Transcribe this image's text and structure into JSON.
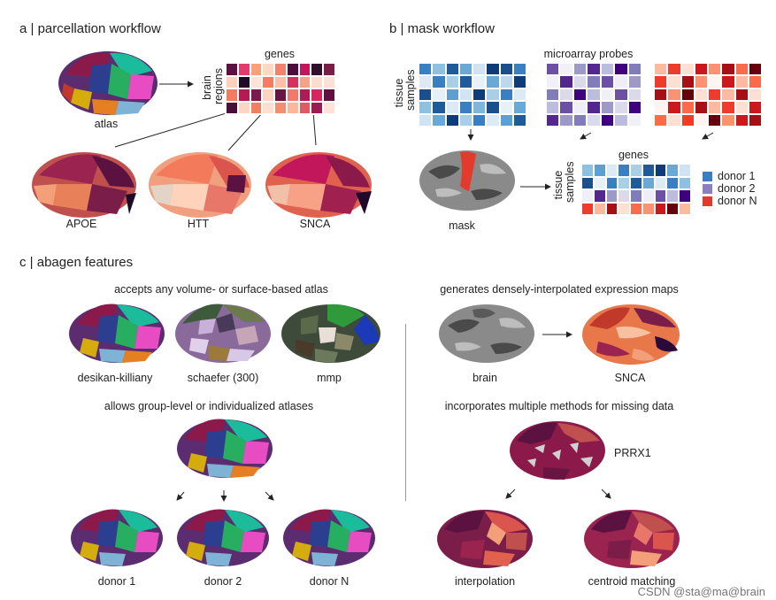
{
  "panel_a": {
    "title": "a | parcellation workflow",
    "genes_label": "genes",
    "rows_label_1": "brain",
    "rows_label_2": "regions",
    "atlas_label": "atlas",
    "gene_labels": [
      "APOE",
      "HTT",
      "SNCA"
    ]
  },
  "panel_b": {
    "title": "b | mask workflow",
    "probes_label": "microarray probes",
    "rows_label_1": "tissue",
    "rows_label_2": "samples",
    "mask_label": "mask",
    "genes_label": "genes",
    "legend": [
      {
        "label": "donor 1",
        "color": "#3a7fc1"
      },
      {
        "label": "donor 2",
        "color": "#8c7fc0"
      },
      {
        "label": "donor N",
        "color": "#e03a2f"
      }
    ]
  },
  "panel_c": {
    "title": "c | abagen features",
    "atlas_heading": "accepts any volume- or surface-based atlas",
    "atlas_labels": [
      "desikan-killiany",
      "schaefer (300)",
      "mmp"
    ],
    "group_heading": "allows group-level or individualized atlases",
    "donor_labels": [
      "donor 1",
      "donor 2",
      "donor N"
    ],
    "interp_heading": "generates densely-interpolated expression maps",
    "interp_labels": [
      "brain",
      "SNCA"
    ],
    "missing_heading": "incorporates multiple methods for missing data",
    "missing_gene": "PRRX1",
    "missing_labels": [
      "interpolation",
      "centroid matching"
    ]
  },
  "watermark": "CSDN @sta@ma@brain"
}
